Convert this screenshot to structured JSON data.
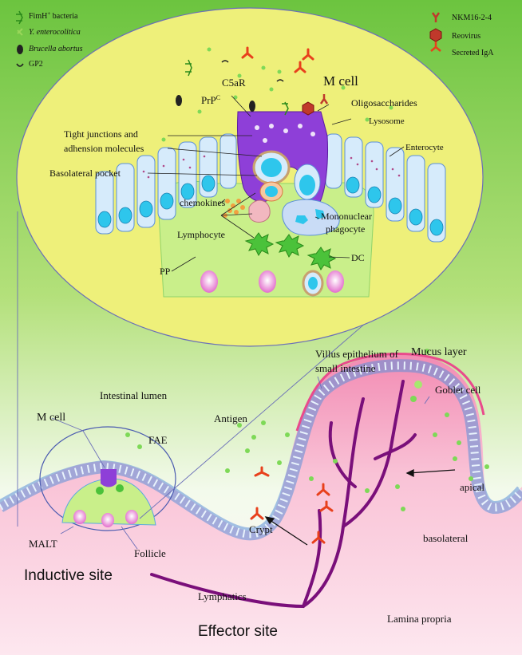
{
  "legend_left": [
    {
      "icon": "fimh-bacteria-icon",
      "label": "FimH",
      "sup": "+",
      "label2": " bacteria"
    },
    {
      "icon": "y-enterocolitica-icon",
      "label": "Y. enterocolitica"
    },
    {
      "icon": "brucella-abortus-icon",
      "label": "Brucella abortus"
    },
    {
      "icon": "gp2-icon",
      "label": "GP2"
    }
  ],
  "legend_right": [
    {
      "icon": "nkm16-icon",
      "label": "NKM16-2-4"
    },
    {
      "icon": "reovirus-icon",
      "label": "Reovirus"
    },
    {
      "icon": "secreted-iga-icon",
      "label": "Secreted IgA"
    }
  ],
  "inset": {
    "m_cell": "M cell",
    "c5ar": "C5aR",
    "prp": "PrP",
    "prp_sup": "C",
    "oligosaccharides": "Oligosaccharides",
    "lysosome": "Lysosome",
    "enterocyte": "Enterocyte",
    "tight_junctions_1": "Tight junctions and",
    "tight_junctions_2": "adhension molecules",
    "basolateral_pocket": "Basolateral pocket",
    "chemokines": "chemokines",
    "lymphocyte": "Lymphocyte",
    "mononuclear_1": "Mononuclear",
    "mononuclear_2": "phagocyte",
    "dc": "DC",
    "pp": "PP"
  },
  "main": {
    "villus_1": "Villus epithelium of",
    "villus_2": "small intestine",
    "mucus": "Mucus layer",
    "goblet": "Goblet cell",
    "intestinal_lumen": "Intestinal lumen",
    "m_cell": "M cell",
    "antigen": "Antigen",
    "fae": "FAE",
    "apical": "apical",
    "basolateral": "basolateral",
    "crypt": "Crypt",
    "malt": "MALT",
    "follicle": "Follicle",
    "inductive": "Inductive site",
    "lymphatics": "Lymphatics",
    "effector": "Effector site",
    "lamina": "Lamina propria"
  },
  "colors": {
    "lumen_top": "#66c23e",
    "lumen_bottom": "#eef9e0",
    "inset_fill": "#eef07a",
    "m_cell": "#8e3fd8",
    "enterocyte": "#d6ebfb",
    "nucleus": "#2ec6ec",
    "mucosa": "#f6aac6",
    "follicle": "#c9ef8a",
    "lymphatic": "#7a0f7a",
    "iga": "#e8401c"
  }
}
